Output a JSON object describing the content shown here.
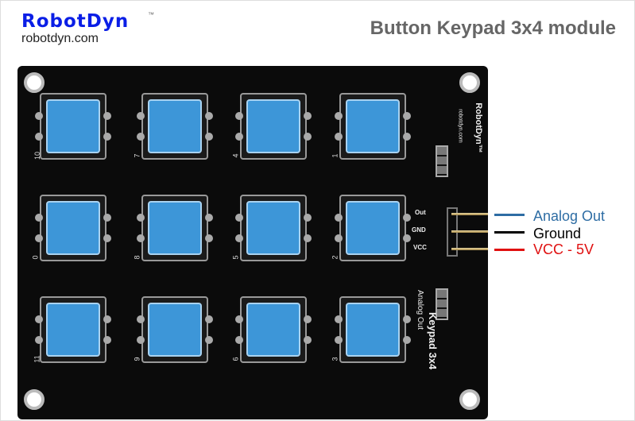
{
  "header": {
    "logo": "RobotDyn",
    "trademark": "™",
    "website": "robotdyn.com",
    "title": "Button Keypad 3x4 module"
  },
  "board": {
    "button_numbers": [
      [
        "10",
        "7",
        "4",
        "1"
      ],
      [
        "0",
        "8",
        "5",
        "2"
      ],
      [
        "11",
        "9",
        "6",
        "3"
      ]
    ],
    "button_color": "#3d96d8",
    "silk_logo": "RobotDyn™",
    "silk_site": "robotdyn.com",
    "pins": [
      "Out",
      "GND",
      "VCC"
    ],
    "name": "Keypad 3x4",
    "subname": "Analog Out"
  },
  "connections": [
    {
      "label": "Analog Out",
      "color": "#2e6da4"
    },
    {
      "label": "Ground",
      "color": "#000000"
    },
    {
      "label": "VCC - 5V",
      "color": "#e01010"
    }
  ]
}
